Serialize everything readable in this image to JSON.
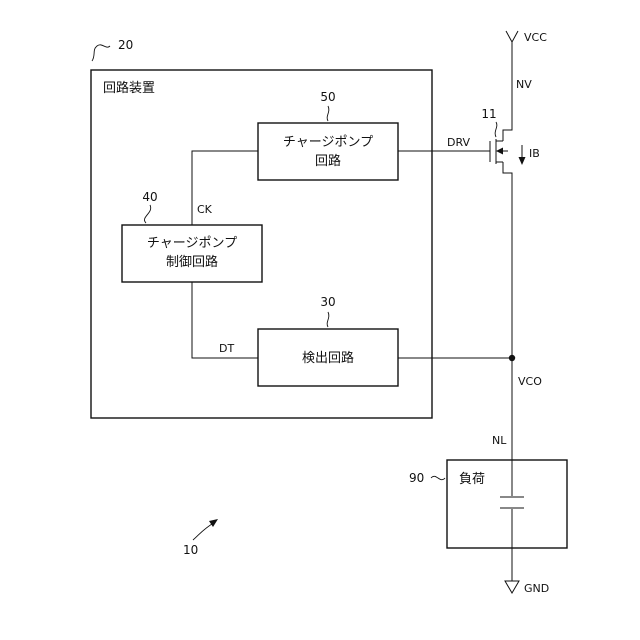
{
  "figure_number": "10",
  "circuit_device": {
    "ref": "20",
    "title": "回路装置"
  },
  "charge_pump": {
    "ref": "50",
    "line1": "チャージポンプ",
    "line2": "回路"
  },
  "charge_pump_control": {
    "ref": "40",
    "line1": "チャージポンプ",
    "line2": "制御回路"
  },
  "detection": {
    "ref": "30",
    "label": "検出回路"
  },
  "load": {
    "ref": "90",
    "label": "負荷"
  },
  "transistor": {
    "ref": "11"
  },
  "signals": {
    "vcc": "VCC",
    "nv": "NV",
    "drv": "DRV",
    "ib": "IB",
    "ck": "CK",
    "dt": "DT",
    "vco": "VCO",
    "nl": "NL",
    "gnd": "GND"
  }
}
